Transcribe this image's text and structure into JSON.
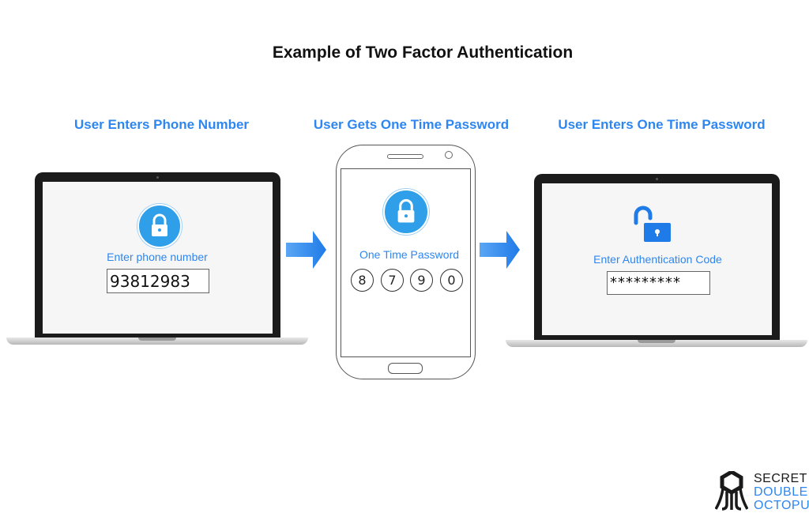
{
  "title": "Example of Two Factor Authentication",
  "steps": [
    {
      "heading": "User Enters  Phone Number",
      "screen_label": "Enter phone number",
      "input_value": "93812983",
      "lock_state": "locked"
    },
    {
      "heading": "User Gets One Time Password",
      "screen_label": "One Time Password",
      "otp_digits": [
        "8",
        "7",
        "9",
        "0"
      ],
      "lock_state": "locked"
    },
    {
      "heading": "User Enters One Time Password",
      "screen_label": "Enter Authentication Code",
      "input_value": "*********",
      "lock_state": "unlocked"
    }
  ],
  "logo": {
    "line1": "SECRET",
    "line2": "DOUBLE",
    "line3": "OCTOPUS"
  },
  "colors": {
    "accent": "#2e86f0",
    "lock_badge": "#2e9fe8",
    "arrow": "#3b8ef0",
    "logo_dark": "#1a1a1a"
  },
  "icons": [
    "lock-icon",
    "lock-icon",
    "unlocked-lock-icon",
    "right-arrow-icon",
    "octopus-logo-icon"
  ]
}
